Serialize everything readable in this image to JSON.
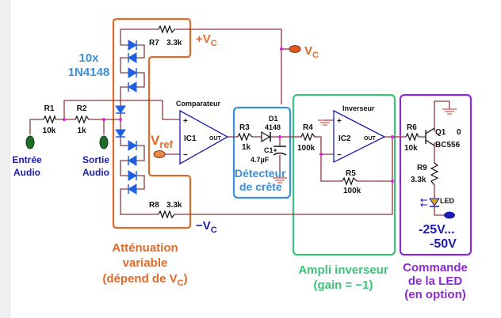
{
  "diagram": {
    "diodes_label": {
      "line1": "10x",
      "line2": "1N4148"
    },
    "components": {
      "r1": {
        "name": "R1",
        "value": "10k"
      },
      "r2": {
        "name": "R2",
        "value": "1k"
      },
      "r3": {
        "name": "R3",
        "value": "1k"
      },
      "r4": {
        "name": "R4",
        "value": "100k"
      },
      "r5": {
        "name": "R5",
        "value": "100k"
      },
      "r6": {
        "name": "R6",
        "value": "10k"
      },
      "r7": {
        "name": "R7",
        "value": "3.3k"
      },
      "r8": {
        "name": "R8",
        "value": "3.3k"
      },
      "r9": {
        "name": "R9",
        "value": "3.3k"
      },
      "d1": {
        "name": "D1",
        "value": "4148"
      },
      "c1": {
        "name": "C1+",
        "value": "4.7µF"
      },
      "q1": {
        "name": "Q1",
        "extra": "0",
        "value": "BC556"
      },
      "led": {
        "name": "LED"
      },
      "ic1": {
        "name": "IC1",
        "title": "Comparateur",
        "out": "OUT",
        "plus": "+",
        "minus": "−"
      },
      "ic2": {
        "name": "IC2",
        "title": "Inverseur",
        "out": "OUT",
        "plus": "+",
        "minus": "−"
      }
    },
    "nodes": {
      "input": {
        "line1": "Entrée",
        "line2": "Audio"
      },
      "output": {
        "line1": "Sortie",
        "line2": "Audio"
      },
      "vref": {
        "main": "V",
        "sub": "ref"
      },
      "vc": {
        "main": "V",
        "sub": "C"
      },
      "plus_vc": {
        "main": "+V",
        "sub": "C"
      },
      "minus_vc": {
        "main": "−V",
        "sub": "C"
      },
      "supply": {
        "line1": "-25V...",
        "line2": "-50V"
      }
    },
    "blocks": {
      "attenuation": {
        "line1": "Atténuation",
        "line2": "variable",
        "line3": "(dépend de V",
        "line3_sub": "C",
        "line3_end": ")",
        "color": "#e06a2a"
      },
      "detector": {
        "line1": "Détecteur",
        "line2": "de crête",
        "color": "#3a8fd8"
      },
      "amplifier": {
        "line1": "Ampli inverseur",
        "line2": "(gain = −1)",
        "color": "#3cc27a"
      },
      "led_driver": {
        "line1": "Commande",
        "line2": "de la LED",
        "line3": "(en option)",
        "color": "#8a2ad0"
      }
    }
  }
}
